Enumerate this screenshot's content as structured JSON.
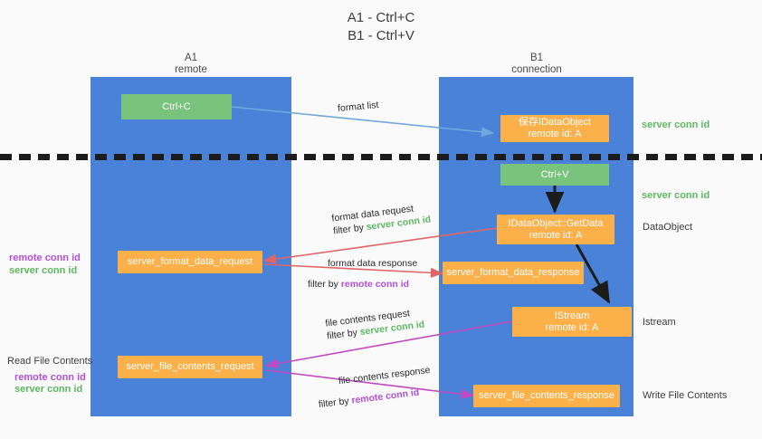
{
  "title": {
    "line1": "A1 - Ctrl+C",
    "line2": "B1 - Ctrl+V"
  },
  "lanes": [
    {
      "name": "A1",
      "sub": "remote"
    },
    {
      "name": "B1",
      "sub": "connection"
    }
  ],
  "nodes": {
    "ctrl_c": {
      "line1": "Ctrl+C",
      "line2": ""
    },
    "save_idataobject": {
      "line1": "保存IDataObject",
      "line2": "remote id: A"
    },
    "ctrl_v": {
      "line1": "Ctrl+V",
      "line2": ""
    },
    "getdata": {
      "line1": "IDataObject::GetData",
      "line2": "remote id: A"
    },
    "format_data_request": {
      "line1": "server_format_data_request",
      "line2": ""
    },
    "format_data_response": {
      "line1": "server_format_data_response",
      "line2": ""
    },
    "istream": {
      "line1": "IStream",
      "line2": "remote id: A"
    },
    "file_contents_request": {
      "line1": "server_file_contents_request",
      "line2": ""
    },
    "file_contents_response": {
      "line1": "server_file_contents_response",
      "line2": ""
    }
  },
  "edge_labels": {
    "format_list": "format list",
    "format_data_request_title": "format data request",
    "format_data_request_filter_prefix": "filter by ",
    "format_data_request_filter_value": "server conn id",
    "format_data_response_title": "format data response",
    "format_data_response_filter_prefix": "filter by ",
    "format_data_response_filter_value": "remote conn id",
    "file_contents_request_title": "file contents request",
    "file_contents_request_filter_prefix": "filter by ",
    "file_contents_request_filter_value": "server conn id",
    "file_contents_response_title": "file contents response",
    "file_contents_response_filter_prefix": "filter by ",
    "file_contents_response_filter_value": "remote conn id"
  },
  "annotations": {
    "right_server_conn_top": "server conn id",
    "right_server_conn_mid": "server conn id",
    "right_dataobject": "DataObject",
    "right_istream": "Istream",
    "right_write_file_contents": "Write File Contents",
    "left_remote_conn_1": "remote conn id",
    "left_server_conn_1": "server conn id",
    "left_read_file_contents": "Read File Contents",
    "left_remote_conn_2": "remote conn id",
    "left_server_conn_2": "server conn id"
  },
  "colors": {
    "lane": "#4a82d8",
    "green_node": "#78c47d",
    "orange_node": "#fbb04a",
    "green_text": "#5cb85f",
    "purple_text": "#b14fd8",
    "blue_arrow": "#6fa8dc",
    "red_arrow": "#e06666",
    "magenta_arrow": "#c249c2",
    "dark_arrow": "#1c1c1c"
  }
}
